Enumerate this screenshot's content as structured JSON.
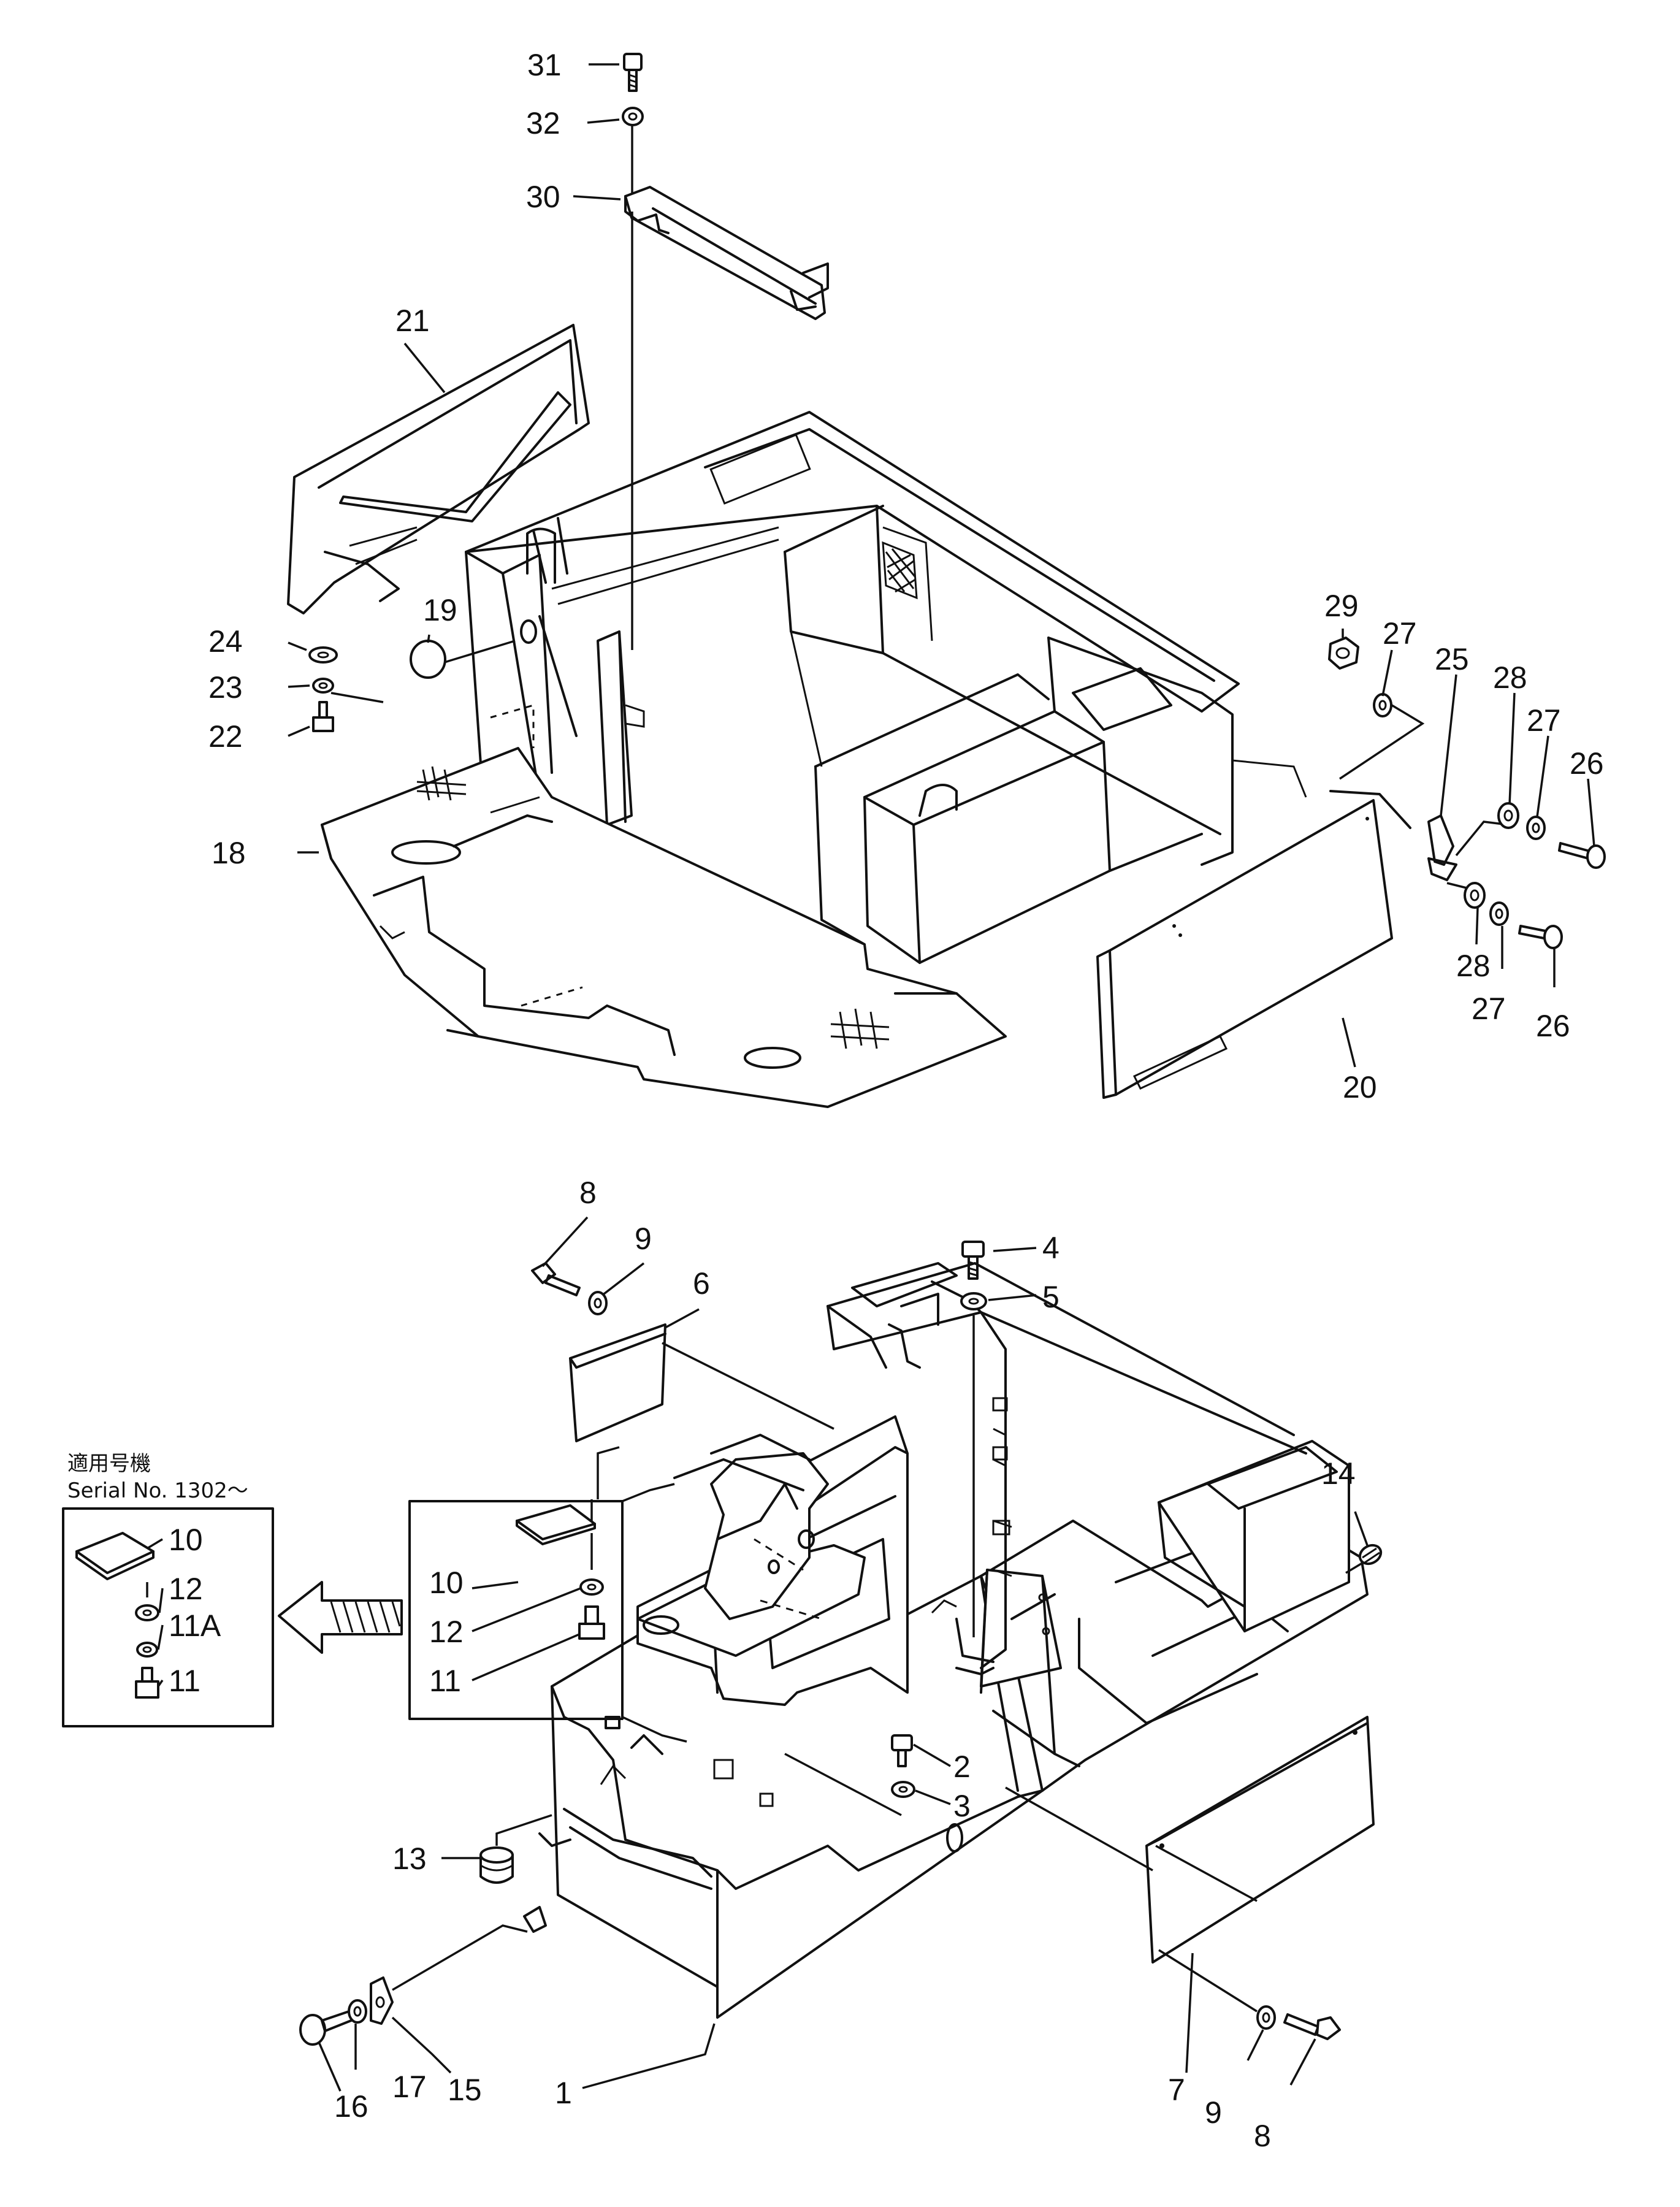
{
  "note": {
    "line1": "適用号機",
    "line2": "Serial No. 1302～"
  },
  "callouts": {
    "c1": "1",
    "c2": "2",
    "c3": "3",
    "c4": "4",
    "c5": "5",
    "c6": "6",
    "c7": "7",
    "c8a": "8",
    "c8b": "8",
    "c9a": "9",
    "c9b": "9",
    "c10a": "10",
    "c10b": "10",
    "c11a": "11",
    "c11b": "11",
    "c11A": "11A",
    "c12a": "12",
    "c12b": "12",
    "c13": "13",
    "c14": "14",
    "c15": "15",
    "c16": "16",
    "c17": "17",
    "c18": "18",
    "c19": "19",
    "c20": "20",
    "c21": "21",
    "c22": "22",
    "c23": "23",
    "c24": "24",
    "c25": "25",
    "c26a": "26",
    "c26b": "26",
    "c27a": "27",
    "c27b": "27",
    "c27c": "27",
    "c28a": "28",
    "c28b": "28",
    "c29": "29",
    "c30": "30",
    "c31": "31",
    "c32": "32"
  }
}
